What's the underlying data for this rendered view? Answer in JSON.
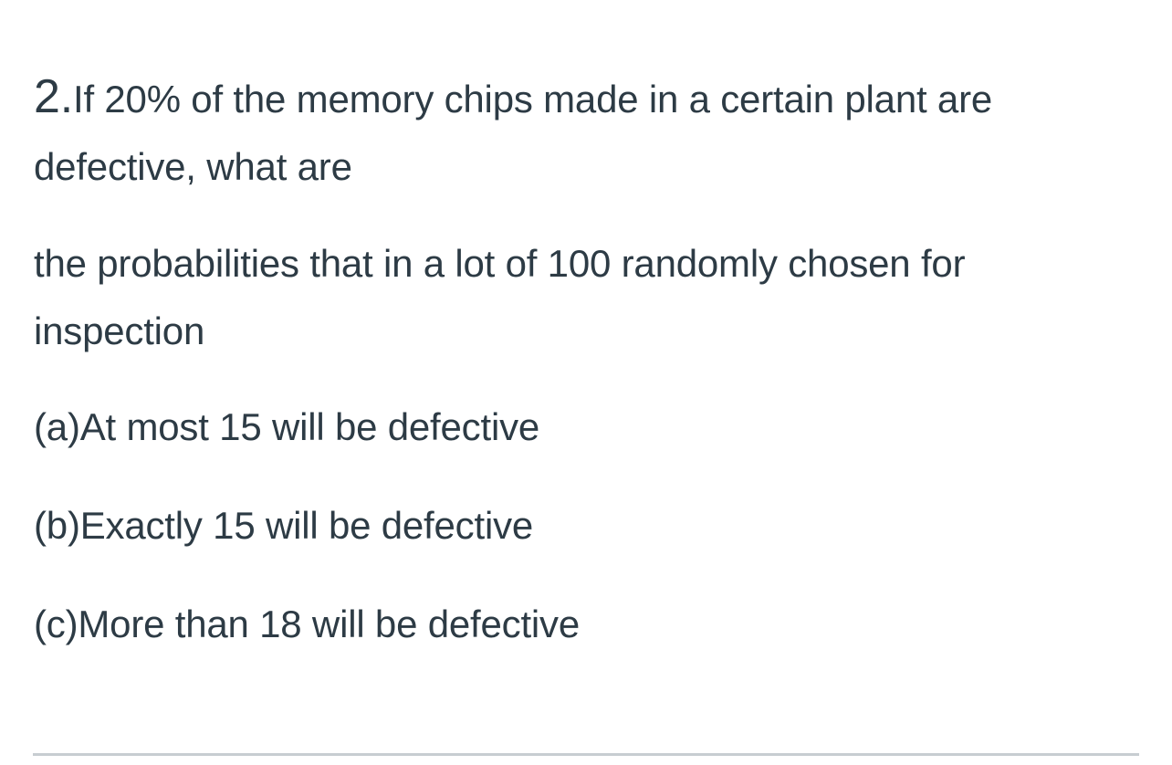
{
  "question": {
    "number": "2.",
    "intro_line1": "If 20% of the memory chips made in a certain plant are",
    "intro_line2": "defective, what are",
    "context_line1": "the probabilities that in a lot of 100 randomly chosen for",
    "context_line2": "inspection",
    "parts": [
      {
        "label": "(a)",
        "text": "At most 15 will be defective"
      },
      {
        "label": "(b)",
        "text": "Exactly 15 will be defective"
      },
      {
        "label": "(c)",
        "text": "More than 18 will be defective"
      }
    ]
  },
  "colors": {
    "text": "#2d3b45",
    "divider": "#c7cdd1",
    "background": "#ffffff"
  }
}
